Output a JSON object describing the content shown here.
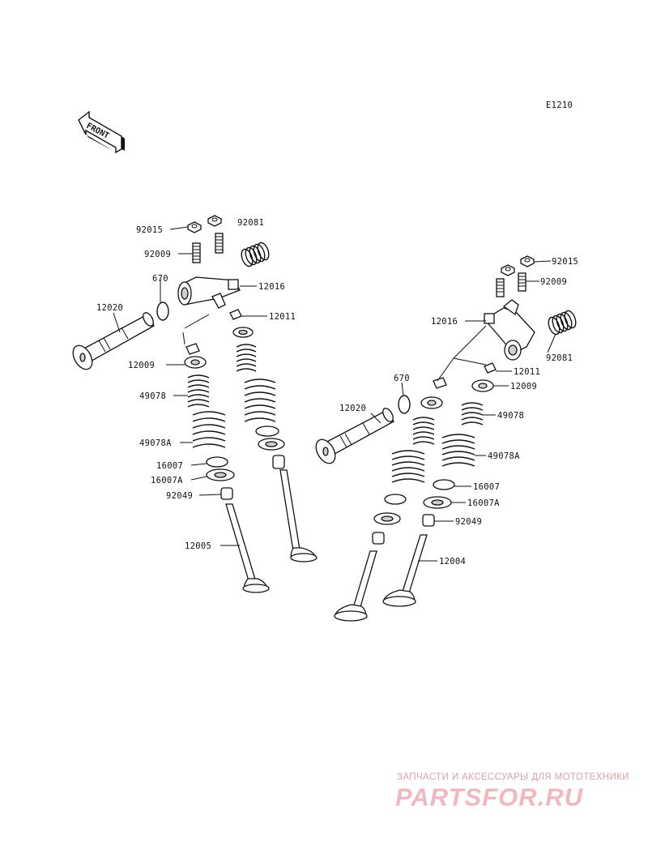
{
  "diagram_code": "E1210",
  "front_label": "FRONT",
  "left_labels": {
    "nut": "92015",
    "stud": "92009",
    "spring": "92081",
    "o_ring": "670",
    "rocker": "12016",
    "shaft": "12020",
    "adjuster": "12011",
    "retainer": "12009",
    "inner_spring": "49078",
    "outer_spring": "49078A",
    "seat": "16007",
    "seat_a": "16007A",
    "seal": "92049",
    "valve": "12005"
  },
  "right_labels": {
    "nut": "92015",
    "stud": "92009",
    "rocker": "12016",
    "spring": "92081",
    "adjuster": "12011",
    "o_ring": "670",
    "retainer": "12009",
    "shaft": "12020",
    "inner_spring": "49078",
    "outer_spring": "49078A",
    "seat": "16007",
    "seat_a": "16007A",
    "seal": "92049",
    "valve": "12004"
  },
  "watermark": {
    "tagline": "ЗАПЧАСТИ И АКСЕССУАРЫ ДЛЯ МОТОТЕХНИКИ",
    "logo": "PARTSFOR.RU"
  }
}
